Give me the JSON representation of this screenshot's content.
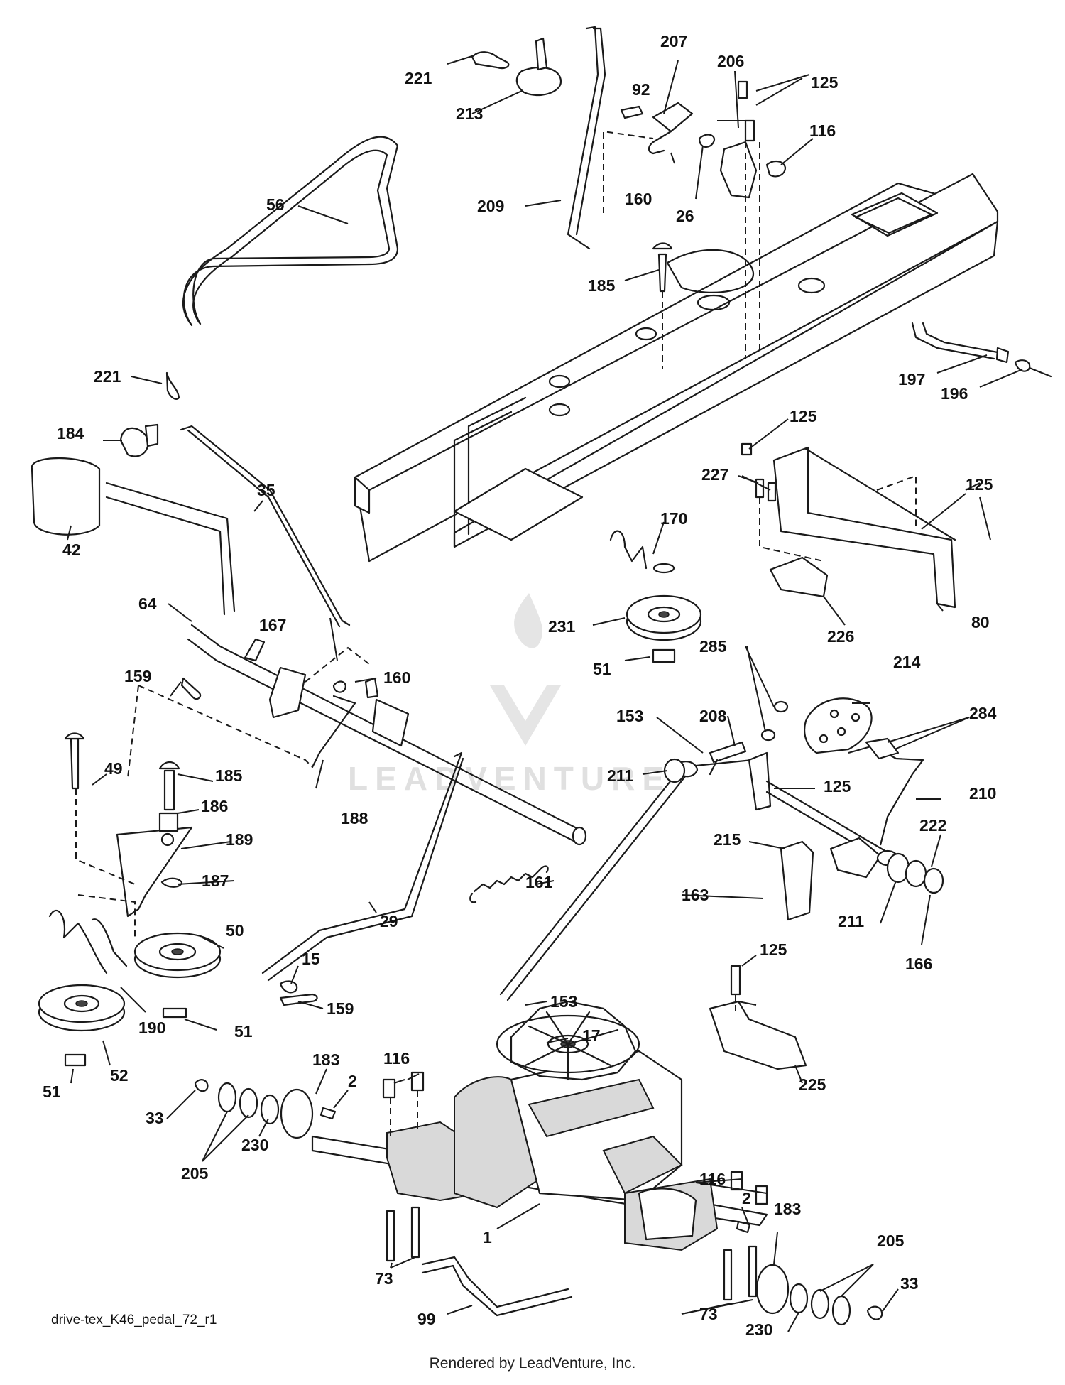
{
  "diagram_code": "drive-tex_K46_pedal_72_r1",
  "credit": "Rendered by LeadVenture, Inc.",
  "watermark": "LEADVENTURE",
  "callouts": [
    {
      "id": "c221a",
      "label": "221"
    },
    {
      "id": "c213",
      "label": "213"
    },
    {
      "id": "c207",
      "label": "207"
    },
    {
      "id": "c206",
      "label": "206"
    },
    {
      "id": "c125a",
      "label": "125"
    },
    {
      "id": "c92",
      "label": "92"
    },
    {
      "id": "c116a",
      "label": "116"
    },
    {
      "id": "c160a",
      "label": "160"
    },
    {
      "id": "c26",
      "label": "26"
    },
    {
      "id": "c209",
      "label": "209"
    },
    {
      "id": "c56",
      "label": "56"
    },
    {
      "id": "c185a",
      "label": "185"
    },
    {
      "id": "c197",
      "label": "197"
    },
    {
      "id": "c196",
      "label": "196"
    },
    {
      "id": "c221b",
      "label": "221"
    },
    {
      "id": "c184",
      "label": "184"
    },
    {
      "id": "c125b",
      "label": "125"
    },
    {
      "id": "c35",
      "label": "35"
    },
    {
      "id": "c227",
      "label": "227"
    },
    {
      "id": "c125c",
      "label": "125"
    },
    {
      "id": "c42",
      "label": "42"
    },
    {
      "id": "c170",
      "label": "170"
    },
    {
      "id": "c64",
      "label": "64"
    },
    {
      "id": "c80",
      "label": "80"
    },
    {
      "id": "c231",
      "label": "231"
    },
    {
      "id": "c226",
      "label": "226"
    },
    {
      "id": "c167",
      "label": "167"
    },
    {
      "id": "c51a",
      "label": "51"
    },
    {
      "id": "c285",
      "label": "285"
    },
    {
      "id": "c214",
      "label": "214"
    },
    {
      "id": "c159a",
      "label": "159"
    },
    {
      "id": "c160b",
      "label": "160"
    },
    {
      "id": "c284",
      "label": "284"
    },
    {
      "id": "c153a",
      "label": "153"
    },
    {
      "id": "c208",
      "label": "208"
    },
    {
      "id": "c49",
      "label": "49"
    },
    {
      "id": "c185b",
      "label": "185"
    },
    {
      "id": "c211a",
      "label": "211"
    },
    {
      "id": "c125d",
      "label": "125"
    },
    {
      "id": "c210",
      "label": "210"
    },
    {
      "id": "c186",
      "label": "186"
    },
    {
      "id": "c188",
      "label": "188"
    },
    {
      "id": "c222",
      "label": "222"
    },
    {
      "id": "c189",
      "label": "189"
    },
    {
      "id": "c215",
      "label": "215"
    },
    {
      "id": "c187",
      "label": "187"
    },
    {
      "id": "c161",
      "label": "161"
    },
    {
      "id": "c163",
      "label": "163"
    },
    {
      "id": "c50",
      "label": "50"
    },
    {
      "id": "c29",
      "label": "29"
    },
    {
      "id": "c211b",
      "label": "211"
    },
    {
      "id": "c125e",
      "label": "125"
    },
    {
      "id": "c15",
      "label": "15"
    },
    {
      "id": "c166",
      "label": "166"
    },
    {
      "id": "c190",
      "label": "190"
    },
    {
      "id": "c159b",
      "label": "159"
    },
    {
      "id": "c153b",
      "label": "153"
    },
    {
      "id": "c51b",
      "label": "51"
    },
    {
      "id": "c17",
      "label": "17"
    },
    {
      "id": "c52",
      "label": "52"
    },
    {
      "id": "c183a",
      "label": "183"
    },
    {
      "id": "c116b",
      "label": "116"
    },
    {
      "id": "c225",
      "label": "225"
    },
    {
      "id": "c2a",
      "label": "2"
    },
    {
      "id": "c33a",
      "label": "33"
    },
    {
      "id": "c51c",
      "label": "51"
    },
    {
      "id": "c230a",
      "label": "230"
    },
    {
      "id": "c205a",
      "label": "205"
    },
    {
      "id": "c116c",
      "label": "116"
    },
    {
      "id": "c2b",
      "label": "2"
    },
    {
      "id": "c183b",
      "label": "183"
    },
    {
      "id": "c1",
      "label": "1"
    },
    {
      "id": "c205b",
      "label": "205"
    },
    {
      "id": "c73a",
      "label": "73"
    },
    {
      "id": "c33b",
      "label": "33"
    },
    {
      "id": "c99",
      "label": "99"
    },
    {
      "id": "c73b",
      "label": "73"
    },
    {
      "id": "c230b",
      "label": "230"
    }
  ]
}
